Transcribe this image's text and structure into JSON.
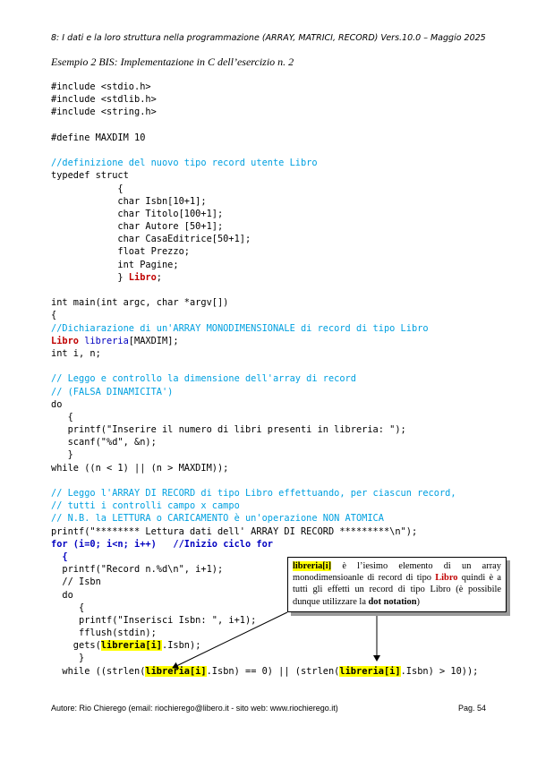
{
  "header": {
    "text": "8: I dati e la loro struttura nella programmazione (ARRAY, MATRICI, RECORD) Vers.10.0 – Maggio 2025"
  },
  "subtitle": "Esempio 2 BIS: Implementazione in C dell’esercizio n. 2",
  "code": {
    "l1": "#include <stdio.h>",
    "l2": "#include <stdlib.h>",
    "l3": "#include <string.h>",
    "l5": "#define MAXDIM 10",
    "l7": "//definizione del nuovo tipo record utente Libro",
    "l8": "typedef struct",
    "l9": "            {",
    "l10": "            char Isbn[10+1];",
    "l11": "            char Titolo[100+1];",
    "l12": "            char Autore [50+1];",
    "l13": "            char CasaEditrice[50+1];",
    "l14": "            float Prezzo;",
    "l15": "            int Pagine;",
    "l16a": "            } ",
    "l16b": "Libro",
    "l16c": ";",
    "l18": "int main(int argc, char *argv[])",
    "l19": "{",
    "l20": "//Dichiarazione di un'ARRAY MONODIMENSIONALE di record di tipo Libro",
    "l21a": "Libro",
    "l21b": " libreria",
    "l21c": "[MAXDIM];",
    "l22": "int i, n;",
    "l24": "// Leggo e controllo la dimensione dell'array di record",
    "l25": "// (FALSA DINAMICITA')",
    "l26": "do",
    "l27": "   {",
    "l28": "   printf(\"Inserire il numero di libri presenti in libreria: \");",
    "l29": "   scanf(\"%d\", &n);",
    "l30": "   }",
    "l31": "while ((n < 1) || (n > MAXDIM));",
    "l33": "// Leggo l'ARRAY DI RECORD di tipo Libro effettuando, per ciascun record,",
    "l34": "// tutti i controlli campo x campo",
    "l35": "// N.B. la LETTURA o CARICAMENTO è un'operazione NON ATOMICA",
    "l36": "printf(\"******** Lettura dati dell' ARRAY DI RECORD *********\\n\");",
    "l37a": "for (i=0; i<n; i++)",
    "l37b": "   //Inizio ciclo for",
    "l38": "  {",
    "l39": "  printf(\"Record n.%d\\n\", i+1);",
    "l40": "  // Isbn",
    "l41": "  do",
    "l42": "     {",
    "l43": "     printf(\"Inserisci Isbn: \", i+1);",
    "l44": "     fflush(stdin);",
    "l45a": "    gets(",
    "l45b": "libreria[i]",
    "l45c": ".Isbn);",
    "l46": "     }",
    "l47a": "  while ((strlen(",
    "l47b": "libreria[i]",
    "l47c": ".Isbn) == 0) || (strlen(",
    "l47d": "libreria[i]",
    "l47e": ".Isbn) > 10));"
  },
  "callout": {
    "term": "libreria[i]",
    "t1": " è l’iesimo elemento di un array monodimensioanle di record di tipo ",
    "libro": "Libro",
    "t2": " quindi è a tutti gli effetti un record di tipo Libro (è possibile dunque utilizzare la ",
    "dot": "dot notation",
    "t3": ")"
  },
  "footer": {
    "author": "Autore: Rio Chierego  (email: riochierego@libero.it - sito web: www.riochierego.it)",
    "page": "Pag. 54"
  }
}
